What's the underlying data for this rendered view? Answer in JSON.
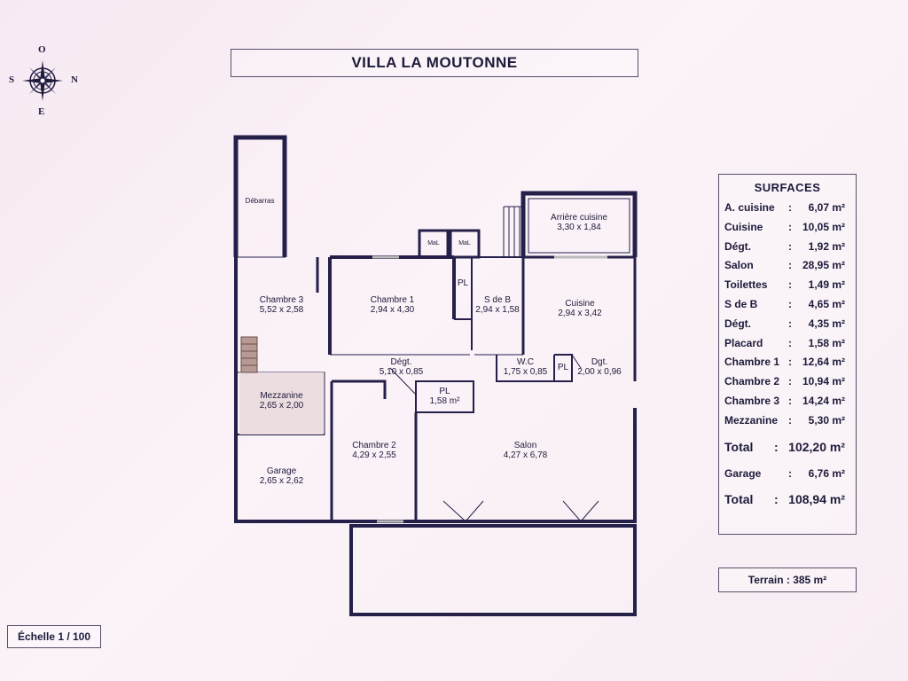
{
  "title": "VILLA LA MOUTONNE",
  "compass": {
    "north": "N",
    "south": "S",
    "east": "E",
    "west": "O"
  },
  "scale": "Échelle 1 / 100",
  "terrain": "Terrain : 385 m²",
  "plan": {
    "debarras": "Débarras",
    "mal1": "MaL",
    "mal2": "MaL",
    "chambre3": {
      "name": "Chambre 3",
      "dim": "5,52 x 2,58"
    },
    "chambre1": {
      "name": "Chambre 1",
      "dim": "2,94 x 4,30"
    },
    "pl_top": "PL",
    "sdb": {
      "name": "S de B",
      "dim": "2,94 x 1,58"
    },
    "cuisine": {
      "name": "Cuisine",
      "dim": "2,94 x 3,42"
    },
    "arriere_cuisine": {
      "name": "Arrière cuisine",
      "dim": "3,30 x 1,84"
    },
    "degt1": {
      "name": "Dégt.",
      "dim": "5,10 x 0,85"
    },
    "wc": {
      "name": "W.C",
      "dim": "1,75 x 0,85"
    },
    "pl_wc": "PL",
    "degt2": {
      "name": "Dgt.",
      "dim": "2,00 x 0,96"
    },
    "pl_mid": {
      "name": "PL",
      "dim": "1,58 m²"
    },
    "mezzanine": {
      "name": "Mezzanine",
      "dim": "2,65 x 2,00"
    },
    "garage": {
      "name": "Garage",
      "dim": "2,65 x 2,62"
    },
    "chambre2": {
      "name": "Chambre 2",
      "dim": "4,29 x 2,55"
    },
    "salon": {
      "name": "Salon",
      "dim": "4,27 x 6,78"
    }
  },
  "surfaces": {
    "header": "SURFACES",
    "rows": [
      {
        "name": "A. cuisine",
        "value": "6,07 m²"
      },
      {
        "name": "Cuisine",
        "value": "10,05 m²"
      },
      {
        "name": "Dégt.",
        "value": "1,92 m²"
      },
      {
        "name": "Salon",
        "value": "28,95 m²"
      },
      {
        "name": "Toilettes",
        "value": "1,49 m²"
      },
      {
        "name": "S de B",
        "value": "4,65 m²"
      },
      {
        "name": "Dégt.",
        "value": "4,35 m²"
      },
      {
        "name": "Placard",
        "value": "1,58 m²"
      },
      {
        "name": "Chambre 1",
        "value": "12,64 m²"
      },
      {
        "name": "Chambre 2",
        "value": "10,94 m²"
      },
      {
        "name": "Chambre 3",
        "value": "14,24 m²"
      },
      {
        "name": "Mezzanine",
        "value": "5,30 m²"
      }
    ],
    "total1": {
      "name": "Total",
      "value": "102,20 m²"
    },
    "garage": {
      "name": "Garage",
      "value": "6,76 m²"
    },
    "total2": {
      "name": "Total",
      "value": "108,94 m²"
    }
  }
}
